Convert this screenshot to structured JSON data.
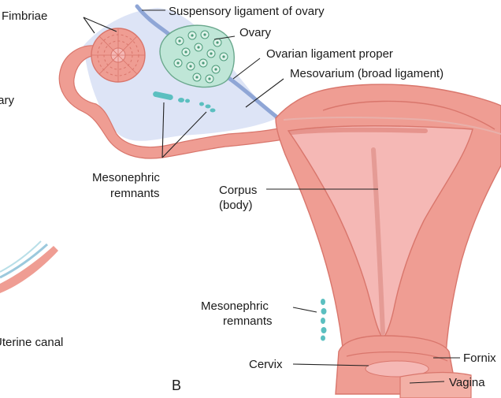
{
  "labels": {
    "fimbriae": "Fimbriae",
    "suspensory": "Suspensory ligament of ovary",
    "ovary": "Ovary",
    "ovary_left": "Ovary",
    "ovarian_ligament": "Ovarian ligament proper",
    "mesovarium": "Mesovarium (broad ligament)",
    "mesonephric_top_1": "Mesonephric",
    "mesonephric_top_2": "remnants",
    "corpus_1": "Corpus",
    "corpus_2": "(body)",
    "mesonephric_bottom_1": "Mesonephric",
    "mesonephric_bottom_2": "remnants",
    "uterine_canal": "Uterine canal",
    "cervix": "Cervix",
    "fornix": "Fornix",
    "vagina": "Vagina",
    "panel": "B"
  },
  "colors": {
    "tissue": "#ef9d93",
    "tissue_dark": "#d9766c",
    "cavity": "#f5b8b5",
    "mesentery": "#dde4f6",
    "ligament": "#8fa6d6",
    "ovary": "#bfe6d7",
    "remnant": "#5bbfc0"
  }
}
